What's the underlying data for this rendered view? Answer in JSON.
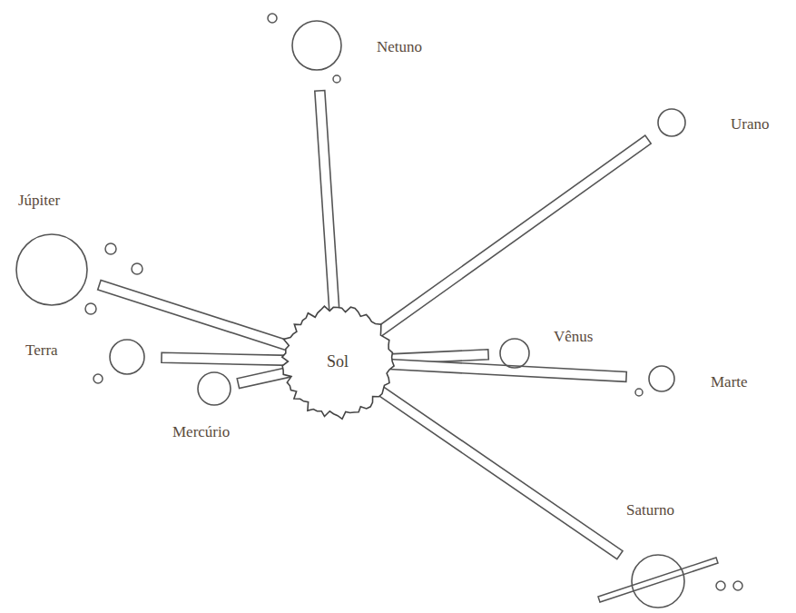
{
  "diagram": {
    "nodes": [
      {
        "text": [
          "Netuno"
        ]
      },
      {
        "text": [
          "Urano"
        ]
      },
      {
        "text": [
          "Júpiter"
        ]
      },
      {
        "text": [
          "Sol"
        ]
      },
      {
        "text": [
          "Vênus"
        ]
      },
      {
        "text": [
          "Terra"
        ]
      },
      {
        "text": [
          "Marte"
        ]
      },
      {
        "text": [
          "Mercúrio"
        ]
      },
      {
        "text": [
          "Saturno"
        ]
      }
    ],
    "edges": [
      {
        "from": 3,
        "to": 0,
        "arrow": "none"
      },
      {
        "from": 3,
        "to": 1,
        "arrow": "none"
      },
      {
        "from": 3,
        "to": 2,
        "arrow": "none"
      },
      {
        "from": 3,
        "to": 4,
        "arrow": "none"
      },
      {
        "from": 3,
        "to": 5,
        "arrow": "none"
      },
      {
        "from": 3,
        "to": 6,
        "arrow": "none"
      },
      {
        "from": 3,
        "to": 7,
        "arrow": "none"
      },
      {
        "from": 3,
        "to": 8,
        "arrow": "none"
      }
    ]
  }
}
